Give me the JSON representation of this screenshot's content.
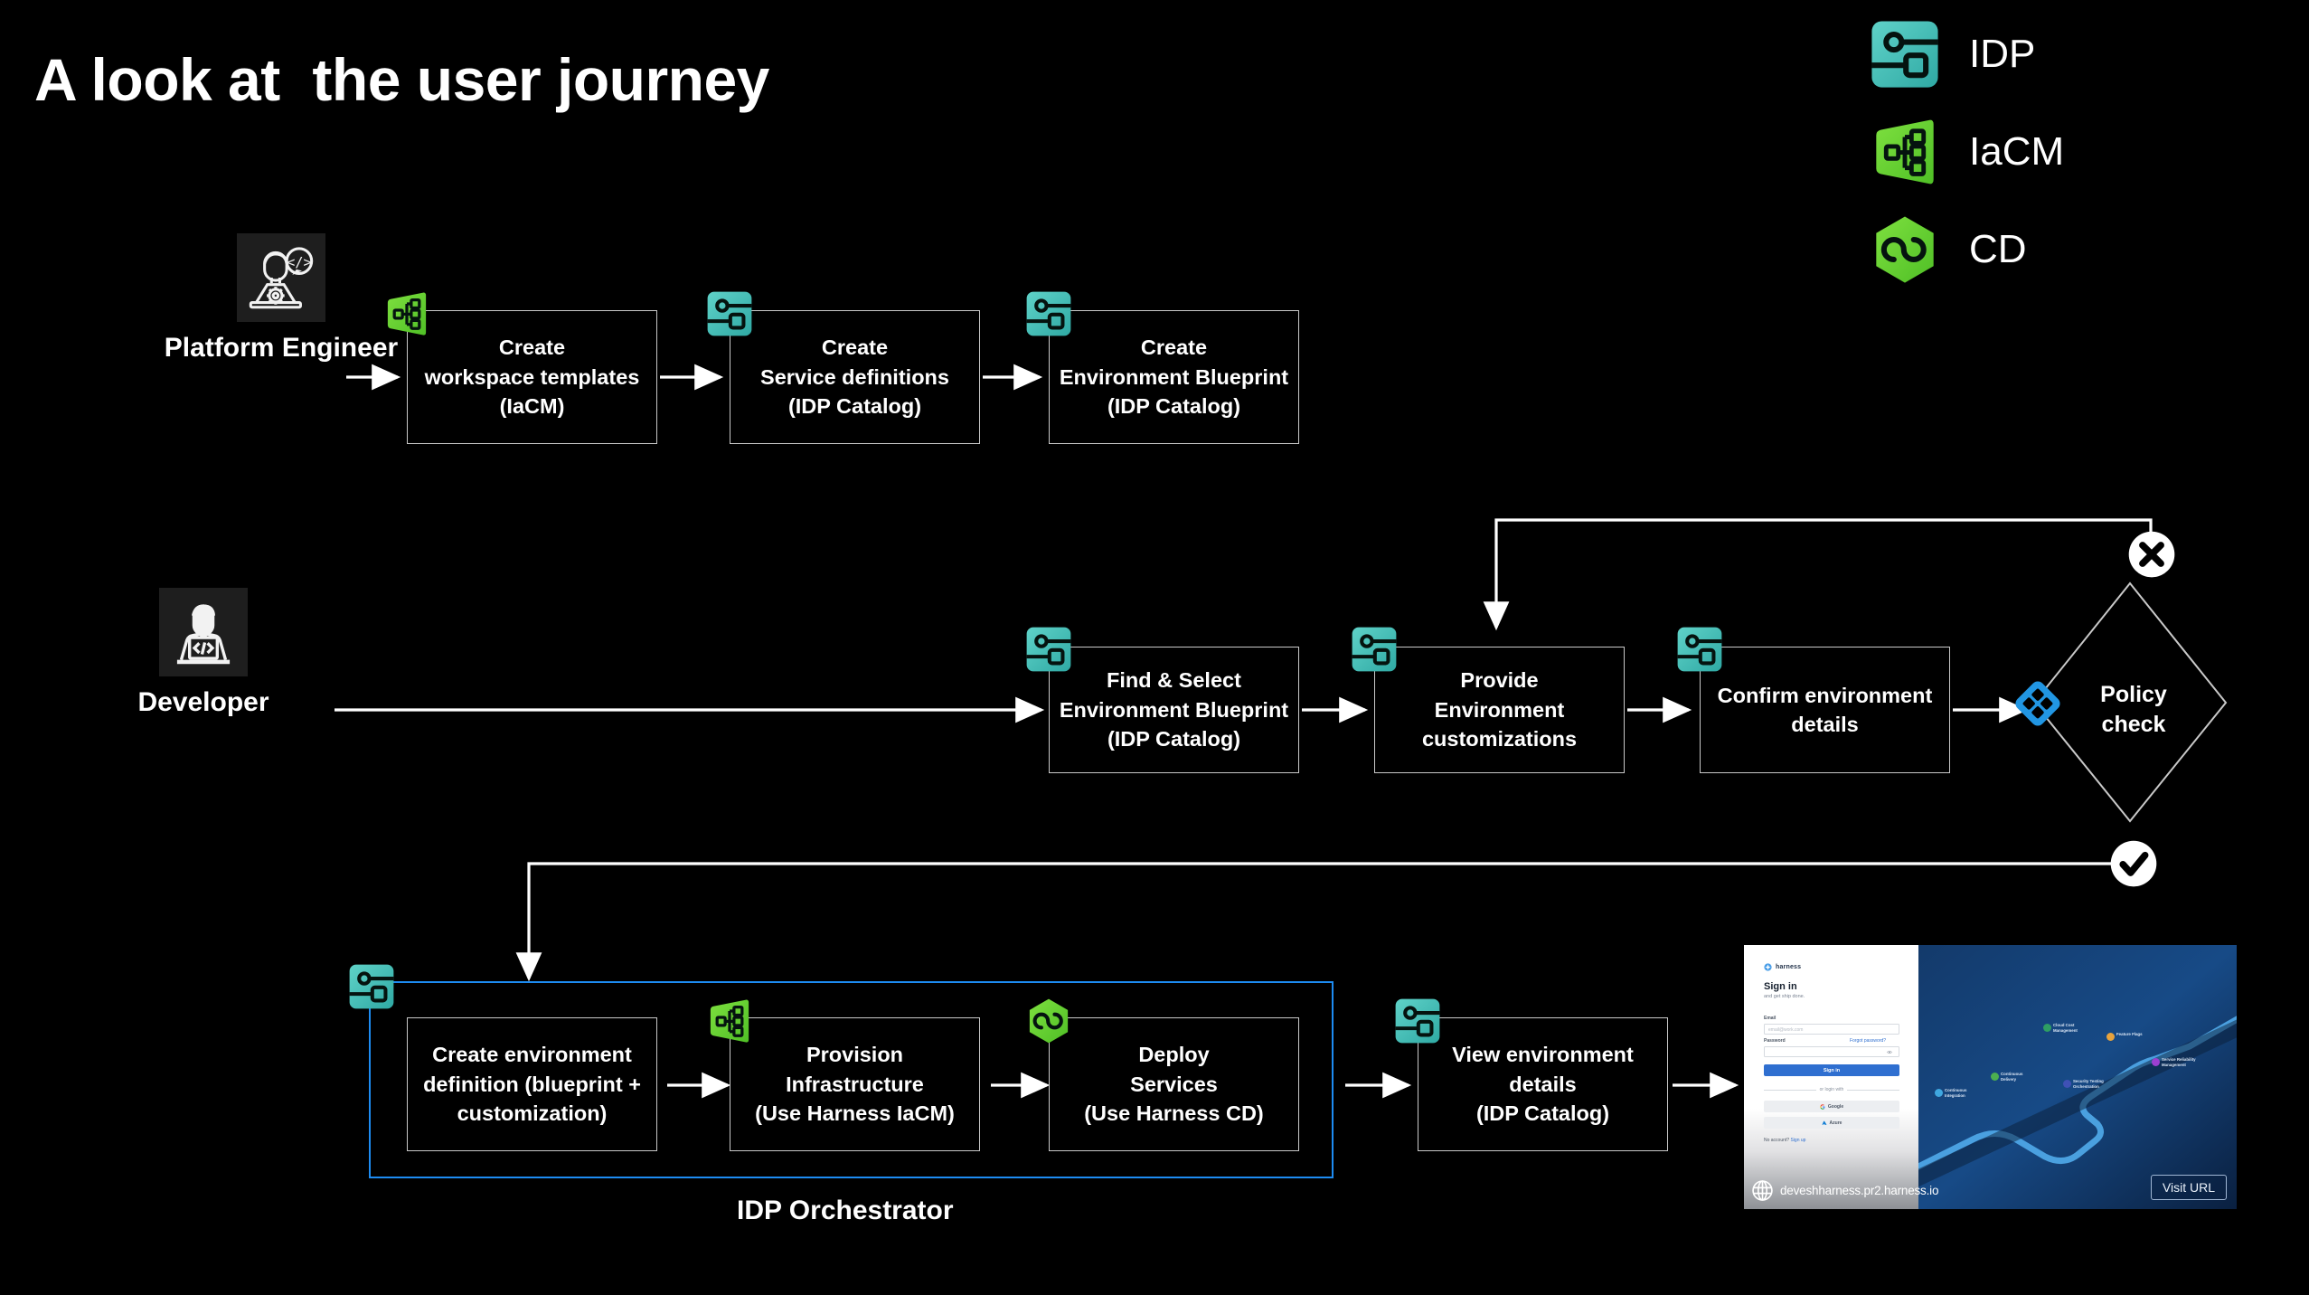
{
  "slide": {
    "title": "A look at  the user journey",
    "background_color": "#000000"
  },
  "legend": {
    "items": [
      {
        "label": "IDP",
        "icon": "idp-icon",
        "color": "#4fc8c0"
      },
      {
        "label": "IaCM",
        "icon": "iacm-icon",
        "color": "#6ad13a"
      },
      {
        "label": "CD",
        "icon": "cd-icon",
        "color": "#6ad13a"
      }
    ]
  },
  "rows": {
    "platform_engineer": {
      "persona_label": "Platform Engineer",
      "persona_icon": "platform-engineer-avatar",
      "steps": [
        {
          "text": "Create\nworkspace templates\n(IaCM)",
          "badge": "iacm-icon"
        },
        {
          "text": "Create\nService definitions\n(IDP Catalog)",
          "badge": "idp-icon"
        },
        {
          "text": "Create\nEnvironment Blueprint\n(IDP Catalog)",
          "badge": "idp-icon"
        }
      ]
    },
    "developer": {
      "persona_label": "Developer",
      "persona_icon": "developer-avatar",
      "steps": [
        {
          "text": "Find & Select\nEnvironment Blueprint\n(IDP Catalog)",
          "badge": "idp-icon"
        },
        {
          "text": "Provide\nEnvironment\ncustomizations",
          "badge": "idp-icon"
        },
        {
          "text": "Confirm environment\ndetails",
          "badge": "idp-icon"
        }
      ],
      "decision": {
        "label": "Policy\ncheck",
        "badge": "policy-icon",
        "badge_color": "#2196e3",
        "reject_badge": "reject-x-icon",
        "approve_badge": "approve-check-icon"
      }
    },
    "orchestrator": {
      "caption": "IDP Orchestrator",
      "frame_color": "#1d8bf1",
      "group_badge": "idp-icon",
      "steps": [
        {
          "text": "Create environment\ndefinition (blueprint +\ncustomization)",
          "badge": null
        },
        {
          "text": "Provision\nInfrastructure\n(Use Harness IaCM)",
          "badge": "iacm-icon"
        },
        {
          "text": "Deploy\nServices\n(Use Harness CD)",
          "badge": "cd-icon"
        }
      ],
      "after_steps": [
        {
          "text": "View environment\ndetails\n(IDP Catalog)",
          "badge": "idp-icon"
        }
      ]
    }
  },
  "thumbnail": {
    "brand": "harness",
    "heading": "Sign in",
    "subheading": "and get ship done.",
    "email_label": "Email",
    "email_placeholder": "email@work.com",
    "password_label": "Password",
    "forgot_label": "Forgot password?",
    "signin_button": "Sign in",
    "divider_label": "or login with",
    "oauth": [
      {
        "label": "Google",
        "icon": "google-icon"
      },
      {
        "label": "Azure",
        "icon": "azure-icon"
      }
    ],
    "no_account_text": "No account?",
    "sign_up_label": "Sign up",
    "url": "deveshharness.pr2.harness.io",
    "url_icon": "globe-icon",
    "visit_button": "Visit URL",
    "modules": [
      {
        "name": "Continuous\nIntegration",
        "color": "#3fa7e0"
      },
      {
        "name": "Continuous\nDelivery",
        "color": "#4caf50"
      },
      {
        "name": "Cloud Cost\nManagement",
        "color": "#2e9e63"
      },
      {
        "name": "Feature Flags",
        "color": "#e8a33d"
      },
      {
        "name": "Security Testing\nOrchestration",
        "color": "#3f51b5"
      },
      {
        "name": "Service Reliability\nManagement",
        "color": "#9c3fd0"
      }
    ]
  }
}
